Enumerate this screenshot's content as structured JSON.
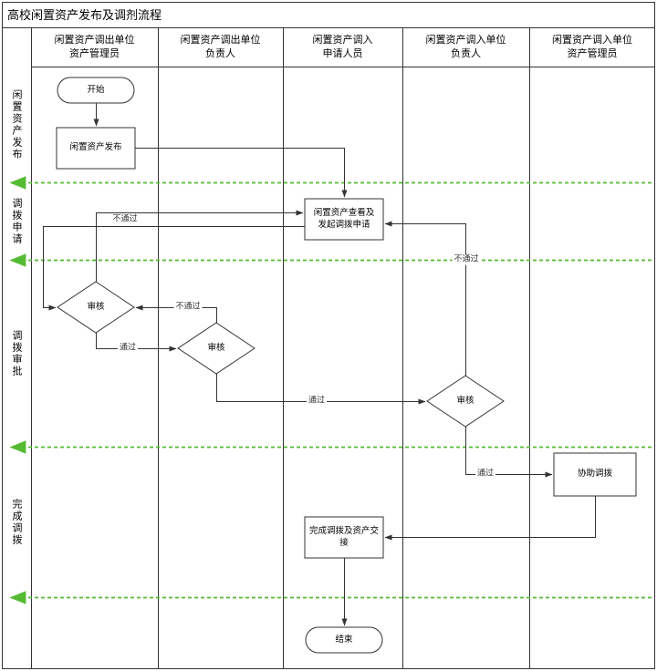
{
  "title": "高校闲置资产发布及调剂流程",
  "colors": {
    "phase_line": "#55bb33",
    "stroke": "#333333",
    "background": "#ffffff"
  },
  "lanes": [
    {
      "label": "闲置资产调出单位\n资产管理员"
    },
    {
      "label": "闲置资产调出单位\n负责人"
    },
    {
      "label": "闲置资产调入\n申请人员"
    },
    {
      "label": "闲置资产调入单位\n负责人"
    },
    {
      "label": "闲置资产调入单位\n资产管理员"
    }
  ],
  "phases": [
    {
      "label": "闲置资产发布"
    },
    {
      "label": "调拨申请"
    },
    {
      "label": "调拨审批"
    },
    {
      "label": "完成调拨"
    }
  ],
  "nodes": {
    "start": "开始",
    "publish": "闲置资产发布",
    "apply": "闲置资产查看及\n发起调拨申请",
    "review_out_manager": "审核",
    "review_out_leader": "审核",
    "review_in_leader": "审核",
    "assist": "协助调拨",
    "complete": "完成调拨及资产交\n接",
    "end": "结束"
  },
  "edge_labels": {
    "review_out_manager_reject": "不通过",
    "review_out_manager_pass": "通过",
    "review_out_leader_reject": "不通过",
    "review_out_leader_pass": "通过",
    "review_in_leader_reject": "不通过",
    "review_in_leader_pass": "通过"
  }
}
